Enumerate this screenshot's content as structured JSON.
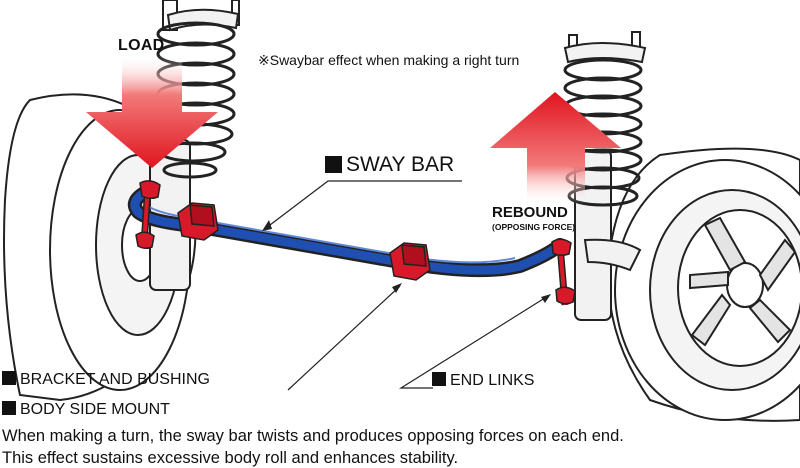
{
  "labels": {
    "load": "LOAD",
    "note": "※Swaybar effect when making a right turn",
    "sway_bar": "SWAY BAR",
    "rebound": "REBOUND",
    "opposing_force": "(OPPOSING FORCE)",
    "bracket_and_bushing": "BRACKET AND BUSHING",
    "end_links": "END LINKS",
    "body_side_mount": "BODY SIDE MOUNT"
  },
  "caption": {
    "line1": "When making a turn, the sway bar twists and produces opposing forces on each end.",
    "line2": "This effect sustains excessive body roll and enhances stability."
  },
  "colors": {
    "sway_bar": "#1f4fb0",
    "mounts": "#d8192a",
    "arrow": "#e0141f",
    "outline": "#222222"
  }
}
